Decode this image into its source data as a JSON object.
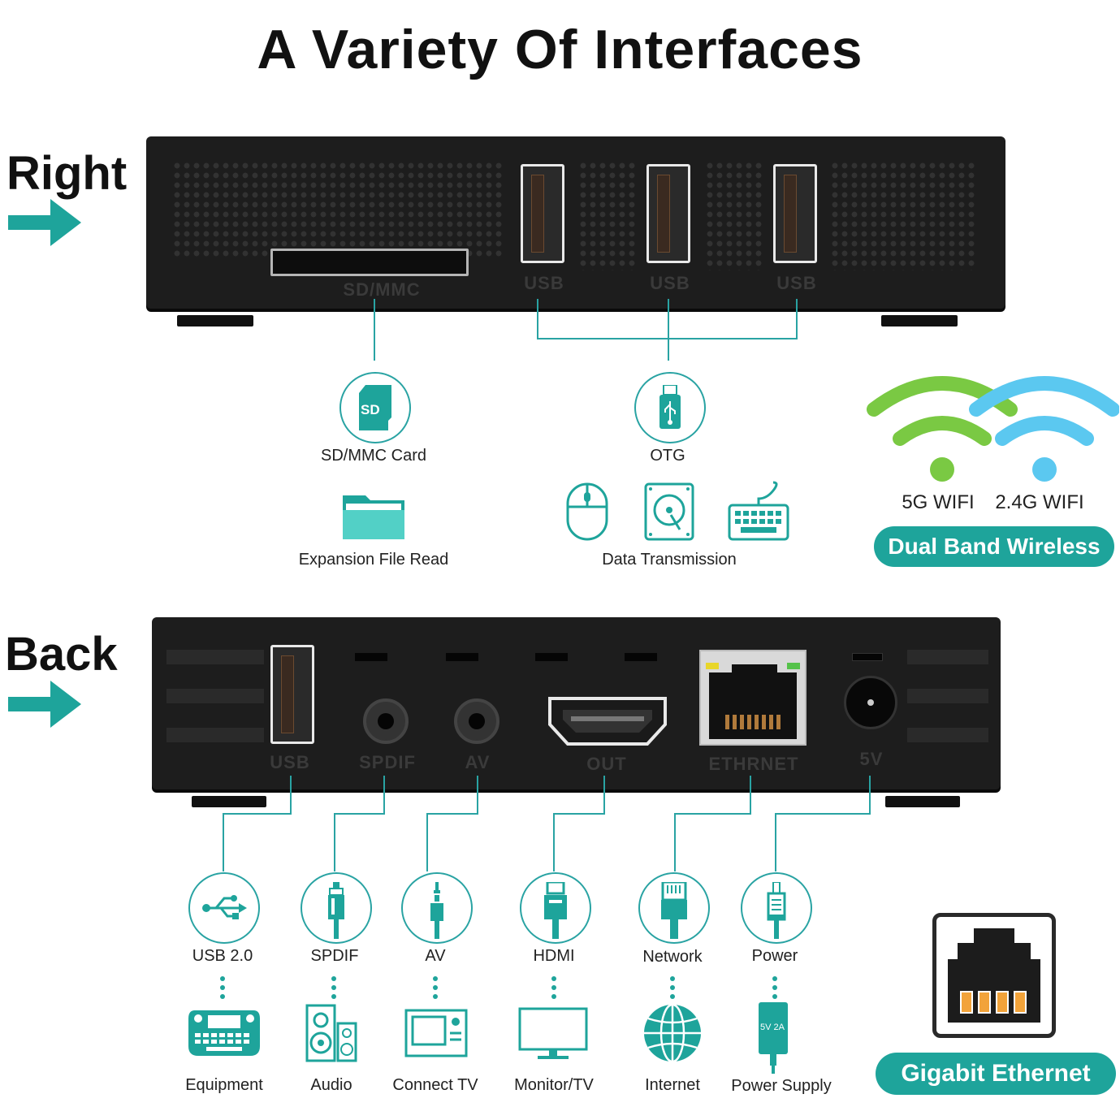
{
  "title": "A Variety Of Interfaces",
  "right_section": {
    "label": "Right",
    "engravings": {
      "sd": "SD/MMC",
      "usb1": "USB",
      "usb2": "USB",
      "usb3": "USB"
    },
    "features": {
      "sd_card": "SD/MMC Card",
      "otg": "OTG",
      "expansion": "Expansion File Read",
      "data_transmission": "Data Transmission"
    },
    "sd_icon_text": "SD"
  },
  "wifi": {
    "band1": "5G WIFI",
    "band2": "2.4G WIFI",
    "badge": "Dual Band Wireless",
    "colors": {
      "green": "#7ac943",
      "blue": "#5bc8f0"
    }
  },
  "back_section": {
    "label": "Back",
    "engravings": {
      "usb": "USB",
      "spdif": "SPDIF",
      "av": "AV",
      "out": "OUT",
      "ethernet": "ETHRNET",
      "power": "5V"
    },
    "ports": [
      {
        "name": "USB 2.0",
        "device": "Equipment"
      },
      {
        "name": "SPDIF",
        "device": "Audio"
      },
      {
        "name": "AV",
        "device": "Connect TV"
      },
      {
        "name": "HDMI",
        "device": "Monitor/TV"
      },
      {
        "name": "Network",
        "device": "Internet"
      },
      {
        "name": "Power",
        "device": "Power Supply"
      }
    ],
    "adapter_text": "5V 2A"
  },
  "ethernet_badge": "Gigabit Ethernet",
  "accent_color": "#1ea49b"
}
